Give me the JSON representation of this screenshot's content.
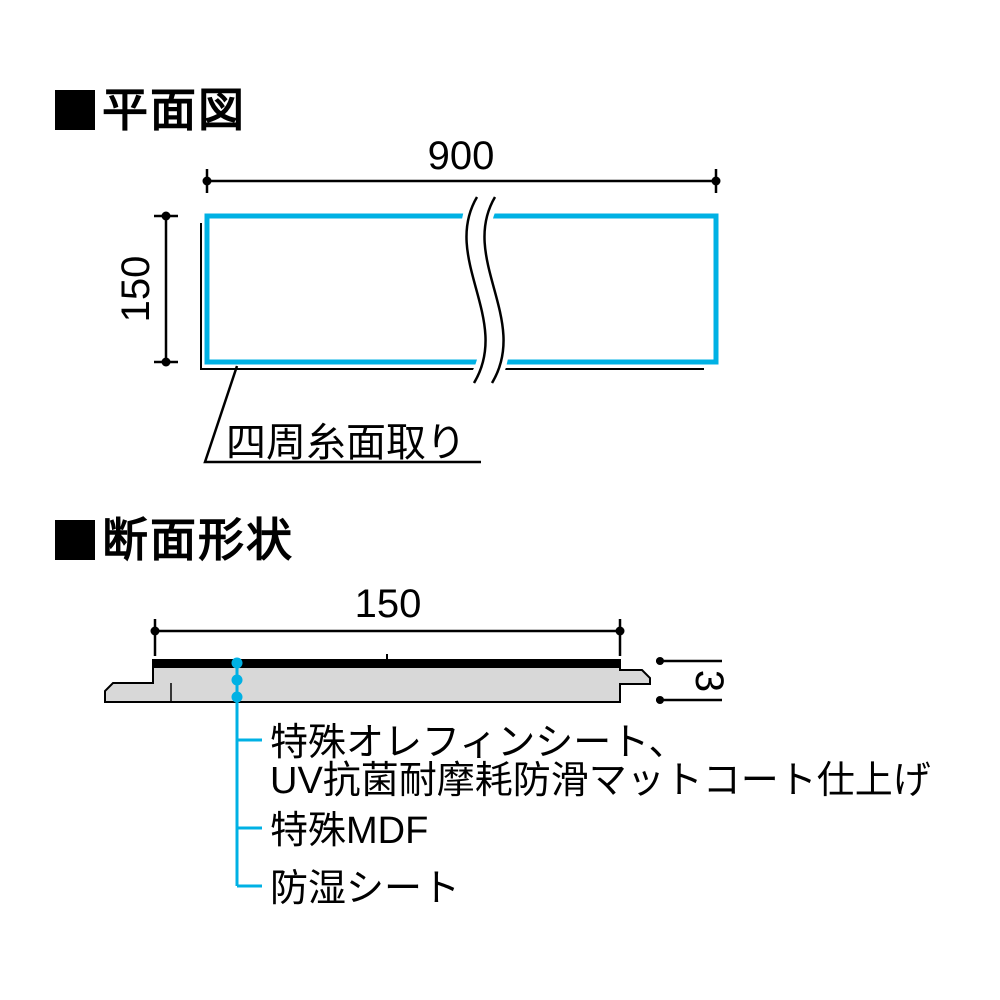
{
  "colors": {
    "accent_cyan": "#00b1e4",
    "line_black": "#000000",
    "body_gray": "#d8d8d8"
  },
  "plan_view": {
    "title": "平面図",
    "width_dim": "900",
    "height_dim": "150",
    "chamfer_note": "四周糸面取り"
  },
  "section_view": {
    "title": "断面形状",
    "width_dim": "150",
    "thickness_dim": "3",
    "layers": [
      {
        "label_line1": "特殊オレフィンシート、",
        "label_line2": "UV抗菌耐摩耗防滑マットコート仕上げ"
      },
      {
        "label": "特殊MDF"
      },
      {
        "label": "防湿シート"
      }
    ]
  }
}
